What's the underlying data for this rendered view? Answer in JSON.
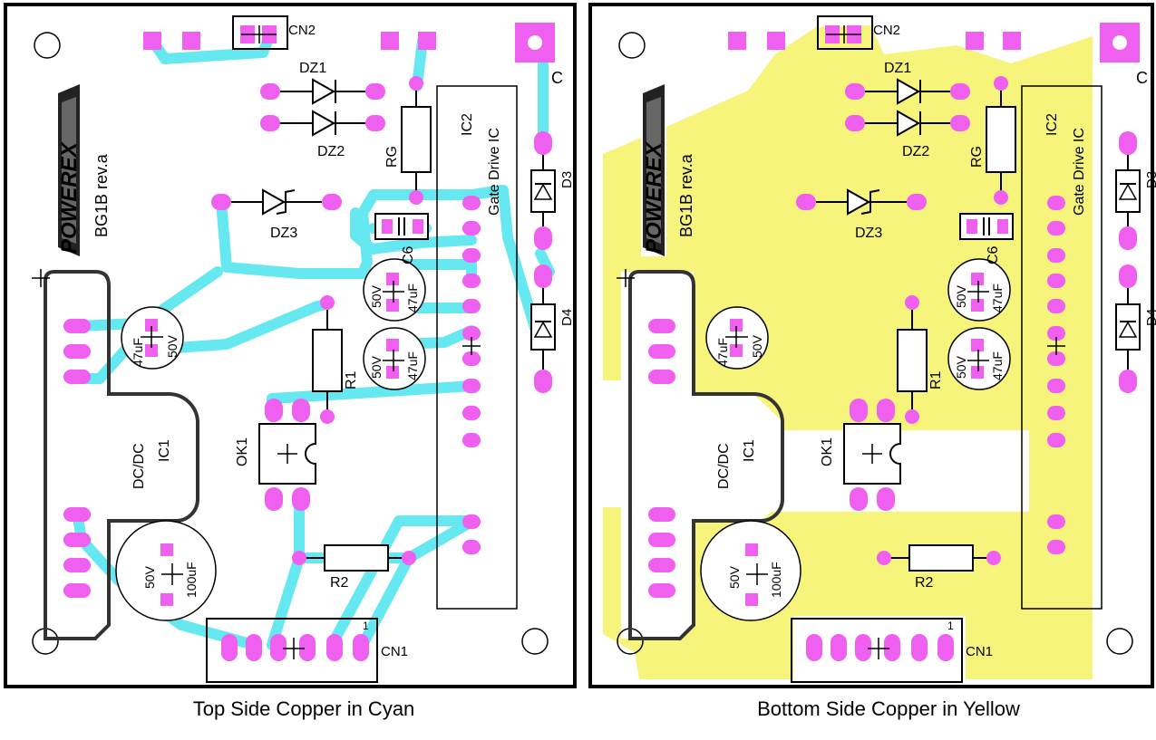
{
  "left_panel": {
    "caption": "Top Side Copper in Cyan",
    "copper_color": "#66e8f0"
  },
  "right_panel": {
    "caption": "Bottom Side Copper in Yellow",
    "copper_color": "#f6f47a"
  },
  "board": {
    "brand": "POWEREX",
    "revision": "BG1B rev.a",
    "pad_color": "#f060f0",
    "via_color": "#5050e0",
    "labels": {
      "cn1": "CN1",
      "cn2": "CN2",
      "dz1": "DZ1",
      "dz2": "DZ2",
      "dz3": "DZ3",
      "rg": "RG",
      "ic2": "IC2",
      "gate_drive": "Gate Drive IC",
      "c6": "C6",
      "d3": "D3",
      "d4": "D4",
      "r1": "R1",
      "r2": "R2",
      "ok1": "OK1",
      "dcdc": "DC/DC",
      "ic1": "IC1",
      "cap_47uf": "47uF",
      "cap_50v": "50V",
      "cap_100uf": "100uF",
      "pin_one": "1",
      "c_mark": "C"
    }
  }
}
